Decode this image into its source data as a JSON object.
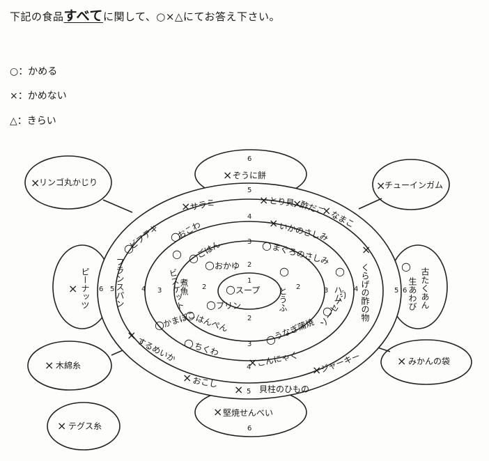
{
  "header": {
    "before": "下記の食品",
    "emph": "すべて",
    "after": "に関して、○×△にてお答え下さい。"
  },
  "legend": [
    {
      "symbol": "○",
      "label": "かめる"
    },
    {
      "symbol": "×",
      "label": "かめない"
    },
    {
      "symbol": "△",
      "label": "きらい"
    }
  ],
  "ring_numbers": {
    "n1": "1",
    "n2": "2",
    "n3": "3",
    "n4": "4",
    "n5": "5",
    "n6": "6"
  },
  "foods": {
    "ring1": [
      {
        "name": "スープ",
        "mark": "○"
      }
    ],
    "ring2": [
      {
        "name": "おかゆ",
        "mark": "○"
      },
      {
        "name": "とうふ",
        "mark": "○"
      },
      {
        "name": "プリン",
        "mark": "○"
      },
      {
        "name": "煮魚",
        "mark": ""
      }
    ],
    "ring3": [
      {
        "name": "ごはん",
        "mark": "○"
      },
      {
        "name": "まぐろのさしみ",
        "mark": "○"
      },
      {
        "name": "うなぎ蒲焼",
        "mark": "○"
      },
      {
        "name": "はんぺん",
        "mark": "○"
      },
      {
        "name": "ビスケット",
        "mark": "○"
      }
    ],
    "ring4": [
      {
        "name": "おこわ",
        "mark": "○"
      },
      {
        "name": "いかのさしみ",
        "mark": "×"
      },
      {
        "name": "ハム",
        "mark": "○"
      },
      {
        "name": "ソーセージ",
        "mark": "○"
      },
      {
        "name": "こんにゃく",
        "mark": "×"
      },
      {
        "name": "ちくわ",
        "mark": "○"
      },
      {
        "name": "かまぼこ",
        "mark": "○"
      }
    ],
    "ring5": [
      {
        "name": "ビフテキ",
        "mark": "○"
      },
      {
        "name": "サラミ",
        "mark": "×"
      },
      {
        "name": "とり貝",
        "mark": "×"
      },
      {
        "name": "酢だこ",
        "mark": "×"
      },
      {
        "name": "なまこ",
        "mark": "×"
      },
      {
        "name": "くらげの酢の物",
        "mark": "×"
      },
      {
        "name": "ジャーキー",
        "mark": "×"
      },
      {
        "name": "貝柱のひもの",
        "mark": "×"
      },
      {
        "name": "おこし",
        "mark": "×"
      },
      {
        "name": "するめいか",
        "mark": "×"
      },
      {
        "name": "フランスパン",
        "mark": ""
      }
    ],
    "ring6": [
      {
        "name": "ぞうに餅",
        "mark": "×"
      },
      {
        "name": "古たくあん",
        "mark": "○"
      },
      {
        "name": "生あわび",
        "mark": ""
      },
      {
        "name": "堅焼せんべい",
        "mark": "×"
      },
      {
        "name": "ピーナッツ",
        "mark": "×"
      }
    ],
    "outside": [
      {
        "name": "リンゴ丸かじり",
        "mark": "×"
      },
      {
        "name": "チューインガム",
        "mark": "×"
      },
      {
        "name": "みかんの袋",
        "mark": "×"
      },
      {
        "name": "木綿糸",
        "mark": "×"
      },
      {
        "name": "テグス糸",
        "mark": "×"
      }
    ]
  }
}
